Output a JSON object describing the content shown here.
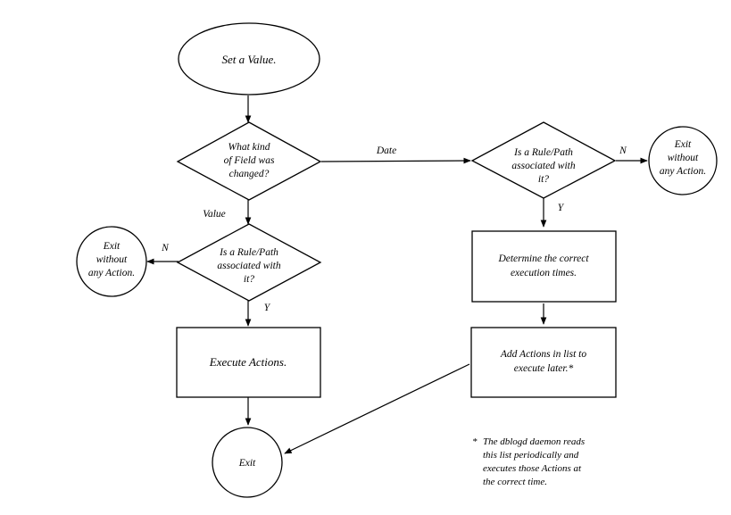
{
  "nodes": {
    "set_value": "Set a Value.",
    "field_kind_q": [
      "What kind",
      "of Field was",
      "changed?"
    ],
    "value_rule_q": [
      "Is a Rule/Path",
      "associated with",
      "it?"
    ],
    "date_rule_q": [
      "Is a Rule/Path",
      "associated with",
      "it?"
    ],
    "exit_left": [
      "Exit",
      "without",
      "any Action."
    ],
    "exit_right": [
      "Exit",
      "without",
      "any Action."
    ],
    "execute_actions": "Execute Actions.",
    "determine_times": [
      "Determine the correct",
      "execution times."
    ],
    "add_actions": [
      "Add Actions in list to",
      "execute later.*"
    ],
    "exit_final": "Exit"
  },
  "edge_labels": {
    "date": "Date",
    "value": "Value",
    "n_left": "N",
    "y_left": "Y",
    "n_right": "N",
    "y_right": "Y"
  },
  "footnote": {
    "star": "*",
    "lines": [
      "The dblogd daemon reads",
      "this list periodically and",
      "executes those Actions at",
      "the correct time."
    ]
  }
}
